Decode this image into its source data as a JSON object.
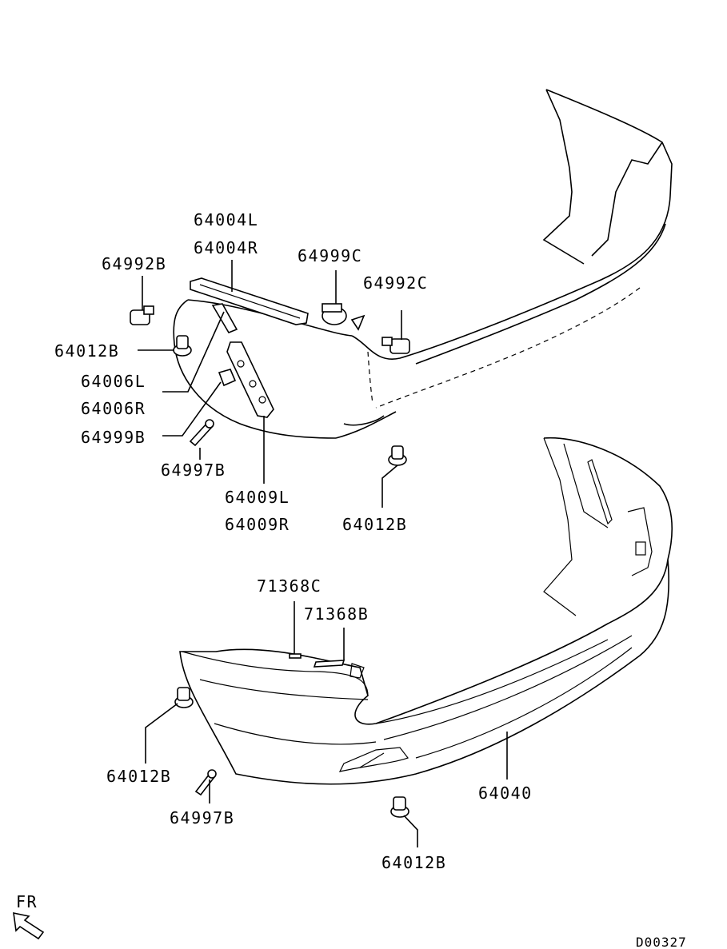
{
  "labels": {
    "l_64004L": "64004L",
    "l_64004R": "64004R",
    "l_64992B": "64992B",
    "l_64999C": "64999C",
    "l_64992C": "64992C",
    "l_64012B_a": "64012B",
    "l_64006L": "64006L",
    "l_64006R": "64006R",
    "l_64999B": "64999B",
    "l_64997B_a": "64997B",
    "l_64009L": "64009L",
    "l_64009R": "64009R",
    "l_64012B_b": "64012B",
    "l_71368C": "71368C",
    "l_71368B": "71368B",
    "l_64012B_c": "64012B",
    "l_64997B_b": "64997B",
    "l_64040": "64040",
    "l_64012B_d": "64012B"
  },
  "front_indicator": "FR",
  "diagram_code": "D00327"
}
